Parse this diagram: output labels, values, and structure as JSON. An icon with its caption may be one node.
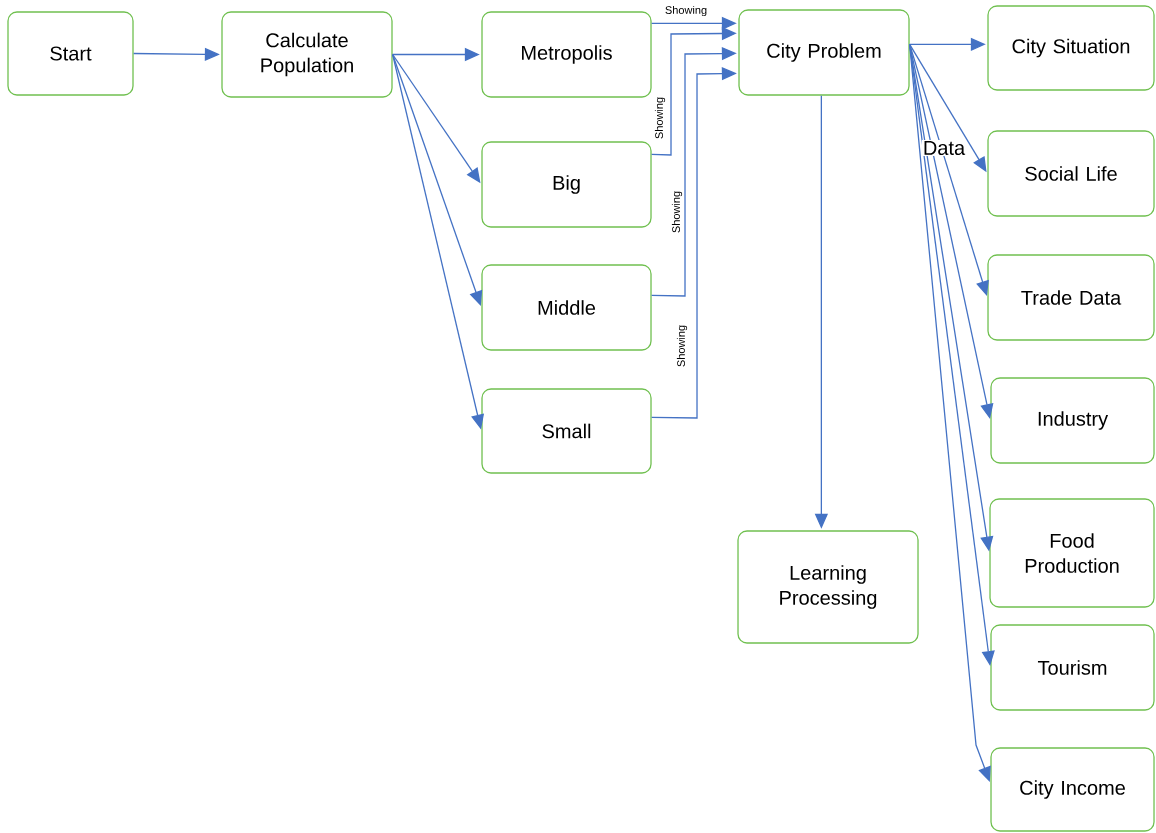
{
  "diagram": {
    "nodes": [
      {
        "text": [
          "Start"
        ]
      },
      {
        "text": [
          "Calculate Population"
        ]
      },
      {
        "text": [
          "Metropolis"
        ]
      },
      {
        "text": [
          "Big"
        ]
      },
      {
        "text": [
          "Middle"
        ]
      },
      {
        "text": [
          "Small"
        ]
      },
      {
        "text": [
          "City Problem"
        ]
      },
      {
        "text": [
          "City Situation"
        ]
      },
      {
        "text": [
          "Social Life"
        ]
      },
      {
        "text": [
          "Trade Data"
        ]
      },
      {
        "text": [
          "Industry"
        ]
      },
      {
        "text": [
          "Food Production"
        ]
      },
      {
        "text": [
          "Tourism"
        ]
      },
      {
        "text": [
          "City Income"
        ]
      },
      {
        "text": [
          "Learning Processing"
        ]
      }
    ],
    "edges": [
      {
        "from": 0,
        "to": 1,
        "arrow": "to"
      },
      {
        "from": 1,
        "to": 2,
        "arrow": "to"
      },
      {
        "from": 1,
        "to": 3,
        "arrow": "to"
      },
      {
        "from": 1,
        "to": 4,
        "arrow": "to"
      },
      {
        "from": 1,
        "to": 5,
        "arrow": "to"
      },
      {
        "from": 2,
        "to": 6,
        "arrow": "to",
        "label": "Showing"
      },
      {
        "from": 3,
        "to": 6,
        "arrow": "to",
        "label": "Showing"
      },
      {
        "from": 4,
        "to": 6,
        "arrow": "to",
        "label": "Showing"
      },
      {
        "from": 5,
        "to": 6,
        "arrow": "to",
        "label": "Showing"
      },
      {
        "from": 6,
        "to": 7,
        "arrow": "to"
      },
      {
        "from": 6,
        "to": 8,
        "arrow": "to",
        "label": "Data"
      },
      {
        "from": 6,
        "to": 9,
        "arrow": "to"
      },
      {
        "from": 6,
        "to": 10,
        "arrow": "to"
      },
      {
        "from": 6,
        "to": 11,
        "arrow": "to"
      },
      {
        "from": 6,
        "to": 12,
        "arrow": "to"
      },
      {
        "from": 6,
        "to": 13,
        "arrow": "to"
      },
      {
        "from": 6,
        "to": 14,
        "arrow": "to"
      }
    ]
  }
}
